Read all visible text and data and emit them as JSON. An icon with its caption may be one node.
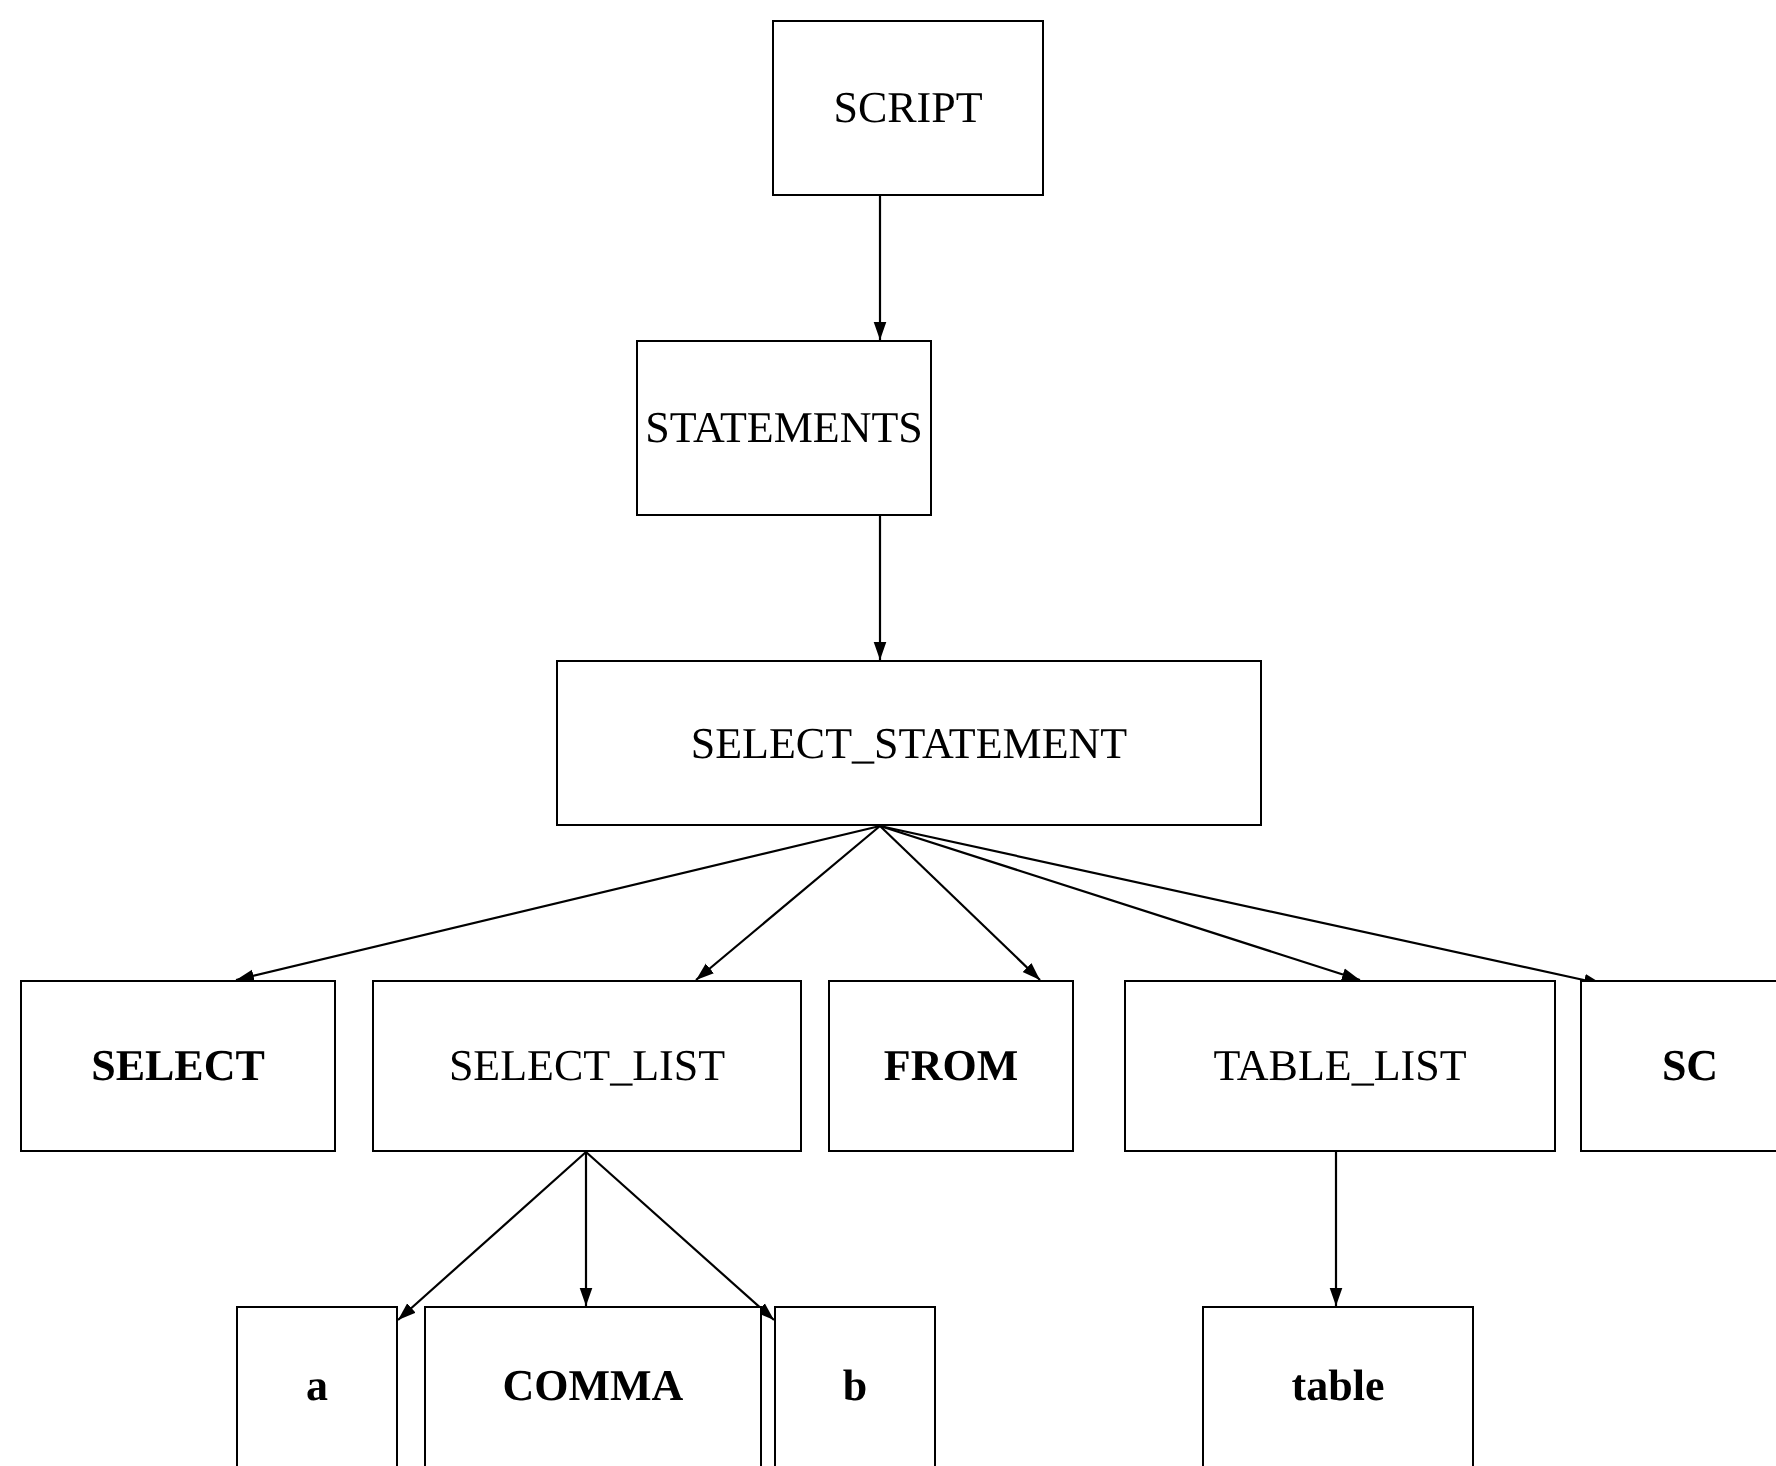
{
  "diagram": {
    "nodes": [
      {
        "text": [
          "SCRIPT"
        ]
      },
      {
        "text": [
          "STATEMENTS"
        ]
      },
      {
        "text": [
          "SELECT_STATEMENT"
        ]
      },
      {
        "text": [
          "SELECT"
        ]
      },
      {
        "text": [
          "SELECT_LIST"
        ]
      },
      {
        "text": [
          "FROM"
        ]
      },
      {
        "text": [
          "TABLE_LIST"
        ]
      },
      {
        "text": [
          "SC"
        ]
      },
      {
        "text": [
          "a"
        ]
      },
      {
        "text": [
          "COMMA"
        ]
      },
      {
        "text": [
          "b"
        ]
      },
      {
        "text": [
          "table"
        ]
      }
    ],
    "edges": [
      {
        "from": 0,
        "to": 1,
        "arrow": "to"
      },
      {
        "from": 1,
        "to": 2,
        "arrow": "to"
      },
      {
        "from": 2,
        "to": 3,
        "arrow": "to"
      },
      {
        "from": 2,
        "to": 4,
        "arrow": "to"
      },
      {
        "from": 2,
        "to": 5,
        "arrow": "to"
      },
      {
        "from": 2,
        "to": 6,
        "arrow": "to"
      },
      {
        "from": 2,
        "to": 7,
        "arrow": "to"
      },
      {
        "from": 4,
        "to": 8,
        "arrow": "to"
      },
      {
        "from": 4,
        "to": 9,
        "arrow": "to"
      },
      {
        "from": 4,
        "to": 10,
        "arrow": "to"
      },
      {
        "from": 6,
        "to": 11,
        "arrow": "to"
      }
    ]
  }
}
